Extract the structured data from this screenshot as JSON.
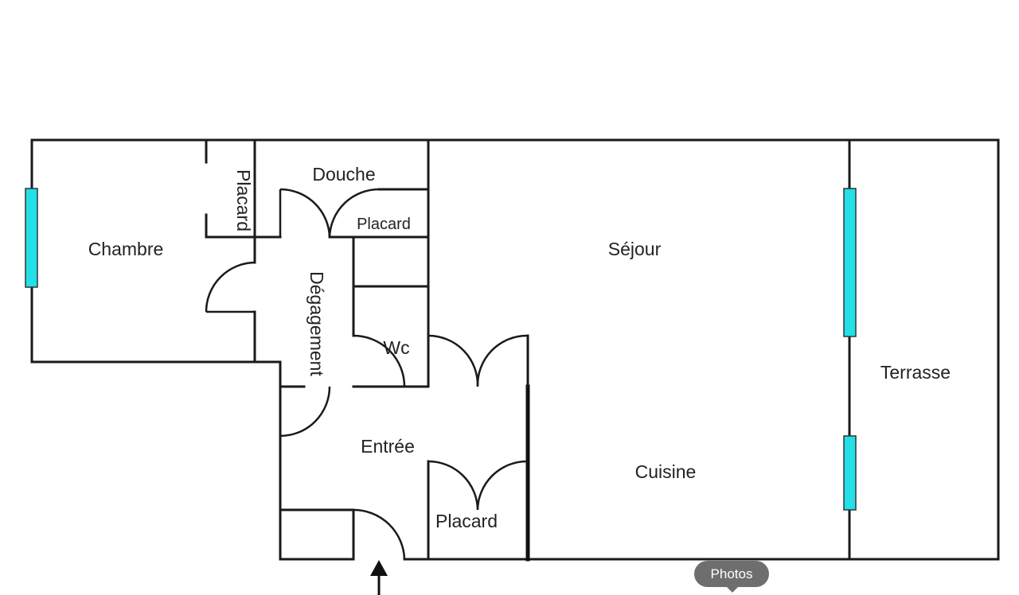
{
  "rooms": {
    "chambre": "Chambre",
    "placard_chambre": "Placard",
    "douche": "Douche",
    "placard_douche": "Placard",
    "degagement": "Dégagement",
    "wc": "Wc",
    "sejour": "Séjour",
    "terrasse": "Terrasse",
    "entree": "Entrée",
    "placard_entree": "Placard",
    "cuisine": "Cuisine"
  },
  "colors": {
    "wall": "#1a1a1a",
    "window": "#22e0e6",
    "button": "#6e6e6e"
  },
  "photos_button": {
    "label": "Photos"
  }
}
